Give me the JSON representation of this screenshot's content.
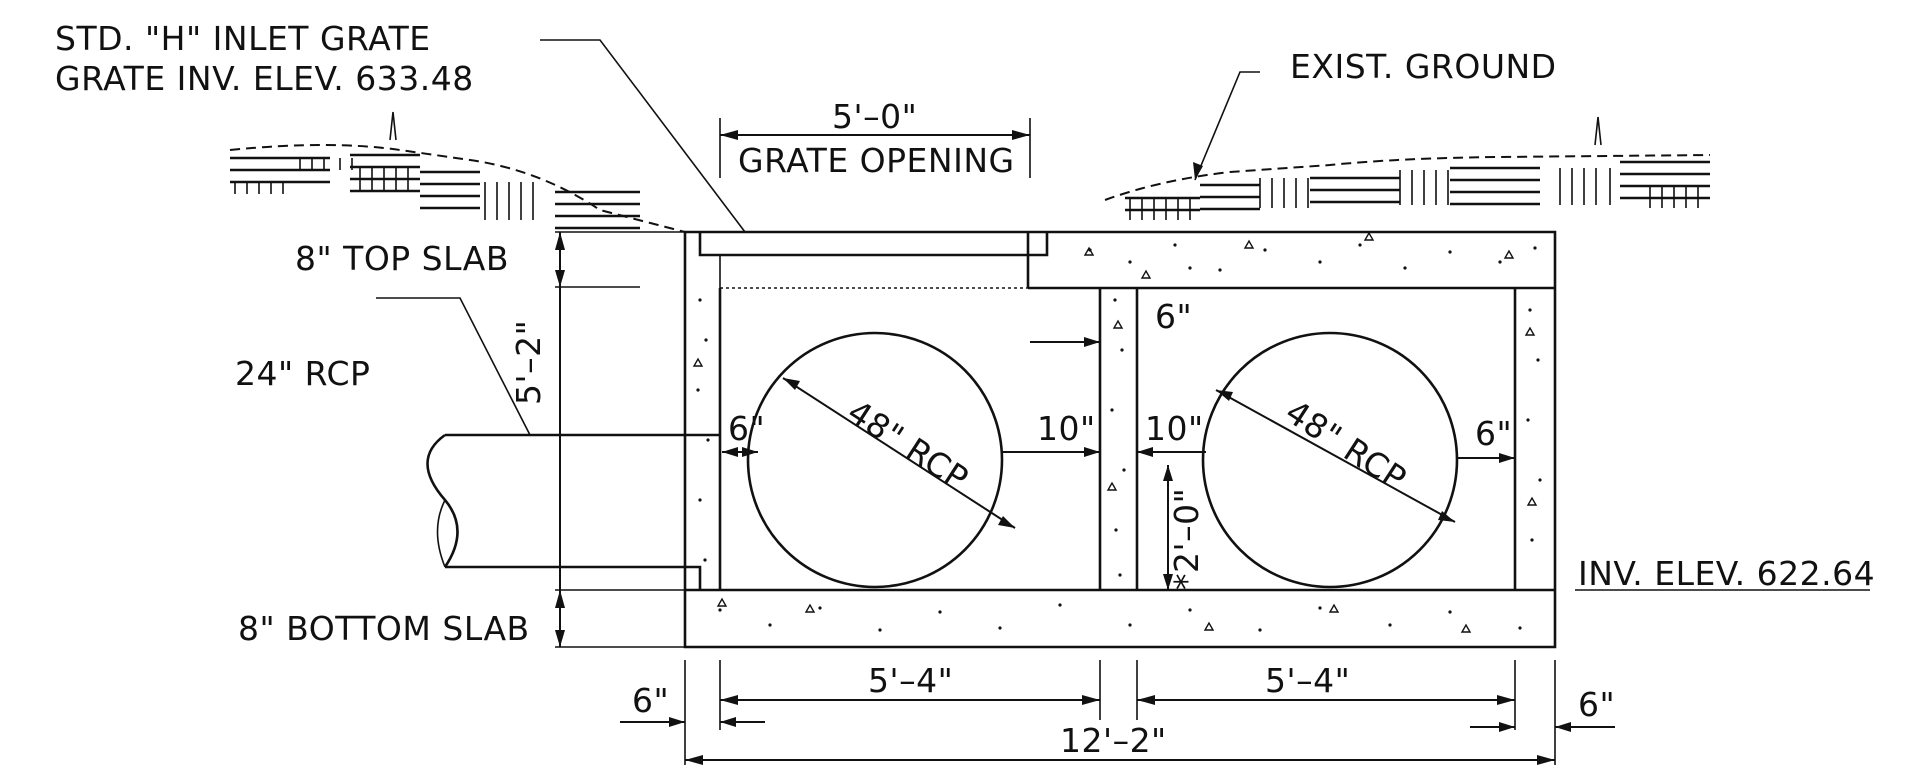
{
  "labels": {
    "grate_type": "STD. \"H\" INLET GRATE",
    "grate_inv": "GRATE INV. ELEV. 633.48",
    "existing_ground": "EXIST. GROUND",
    "grate_width": "5'–0\"",
    "grate_opening": "GRATE OPENING",
    "top_slab": "8\" TOP SLAB",
    "bottom_slab": "8\" BOTTOM SLAB",
    "overall_height": "5'–2\"",
    "side_pipe": "24\" RCP",
    "pipe_left": "48\" RCP",
    "pipe_right": "48\" RCP",
    "wall_left": "6\"",
    "gap_left": "6\"",
    "gap_mid_left": "10\"",
    "gap_mid_right": "10\"",
    "gap_right": "6\"",
    "center_wall": "6\"",
    "pipe_rise": "*2'–0\"",
    "inv_elev": "INV. ELEV. 622.64",
    "cell_left": "5'–4\"",
    "cell_right": "5'–4\"",
    "wall_outer_left": "6\"",
    "wall_outer_right": "6\"",
    "overall_width": "12'–2\""
  }
}
